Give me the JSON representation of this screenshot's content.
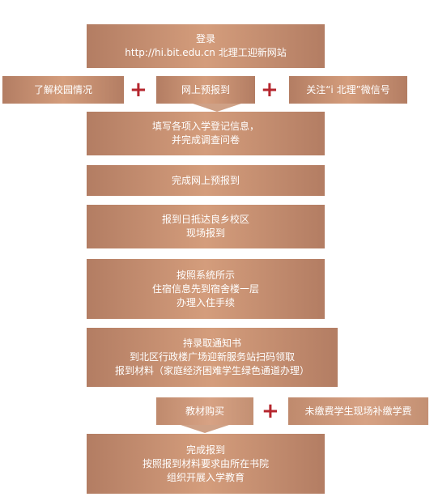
{
  "steps": {
    "login": {
      "line1": "登录",
      "line2": "http://hi.bit.edu.cn  北理工迎新网站"
    },
    "learn_campus": "了解校园情况",
    "online_prereg": "网上预报到",
    "follow_wechat": "关注“i 北理”微信号",
    "fill_info": {
      "line1": "填写各项入学登记信息，",
      "line2": "并完成调查问卷"
    },
    "complete_prereg": "完成网上预报到",
    "arrive": {
      "line1": "报到日抵达良乡校区",
      "line2": "现场报到"
    },
    "dorm": {
      "line1": "按照系统所示",
      "line2": "住宿信息先到宿舍楼一层",
      "line3": "办理入住手续"
    },
    "materials": {
      "line1": "持录取通知书",
      "line2": "到北区行政楼广场迎新服务站扫码领取",
      "line3": "报到材料（家庭经济困难学生绿色通道办理）"
    },
    "textbooks": "教材购买",
    "unpaid_fees": "未缴费学生现场补缴学费",
    "finish": {
      "line1": "完成报到",
      "line2": "按照报到材料要求由所在书院",
      "line3": "组织开展入学教育"
    }
  },
  "plus_symbol": "+",
  "colors": {
    "box": "#c99477",
    "plus": "#b5262e"
  }
}
